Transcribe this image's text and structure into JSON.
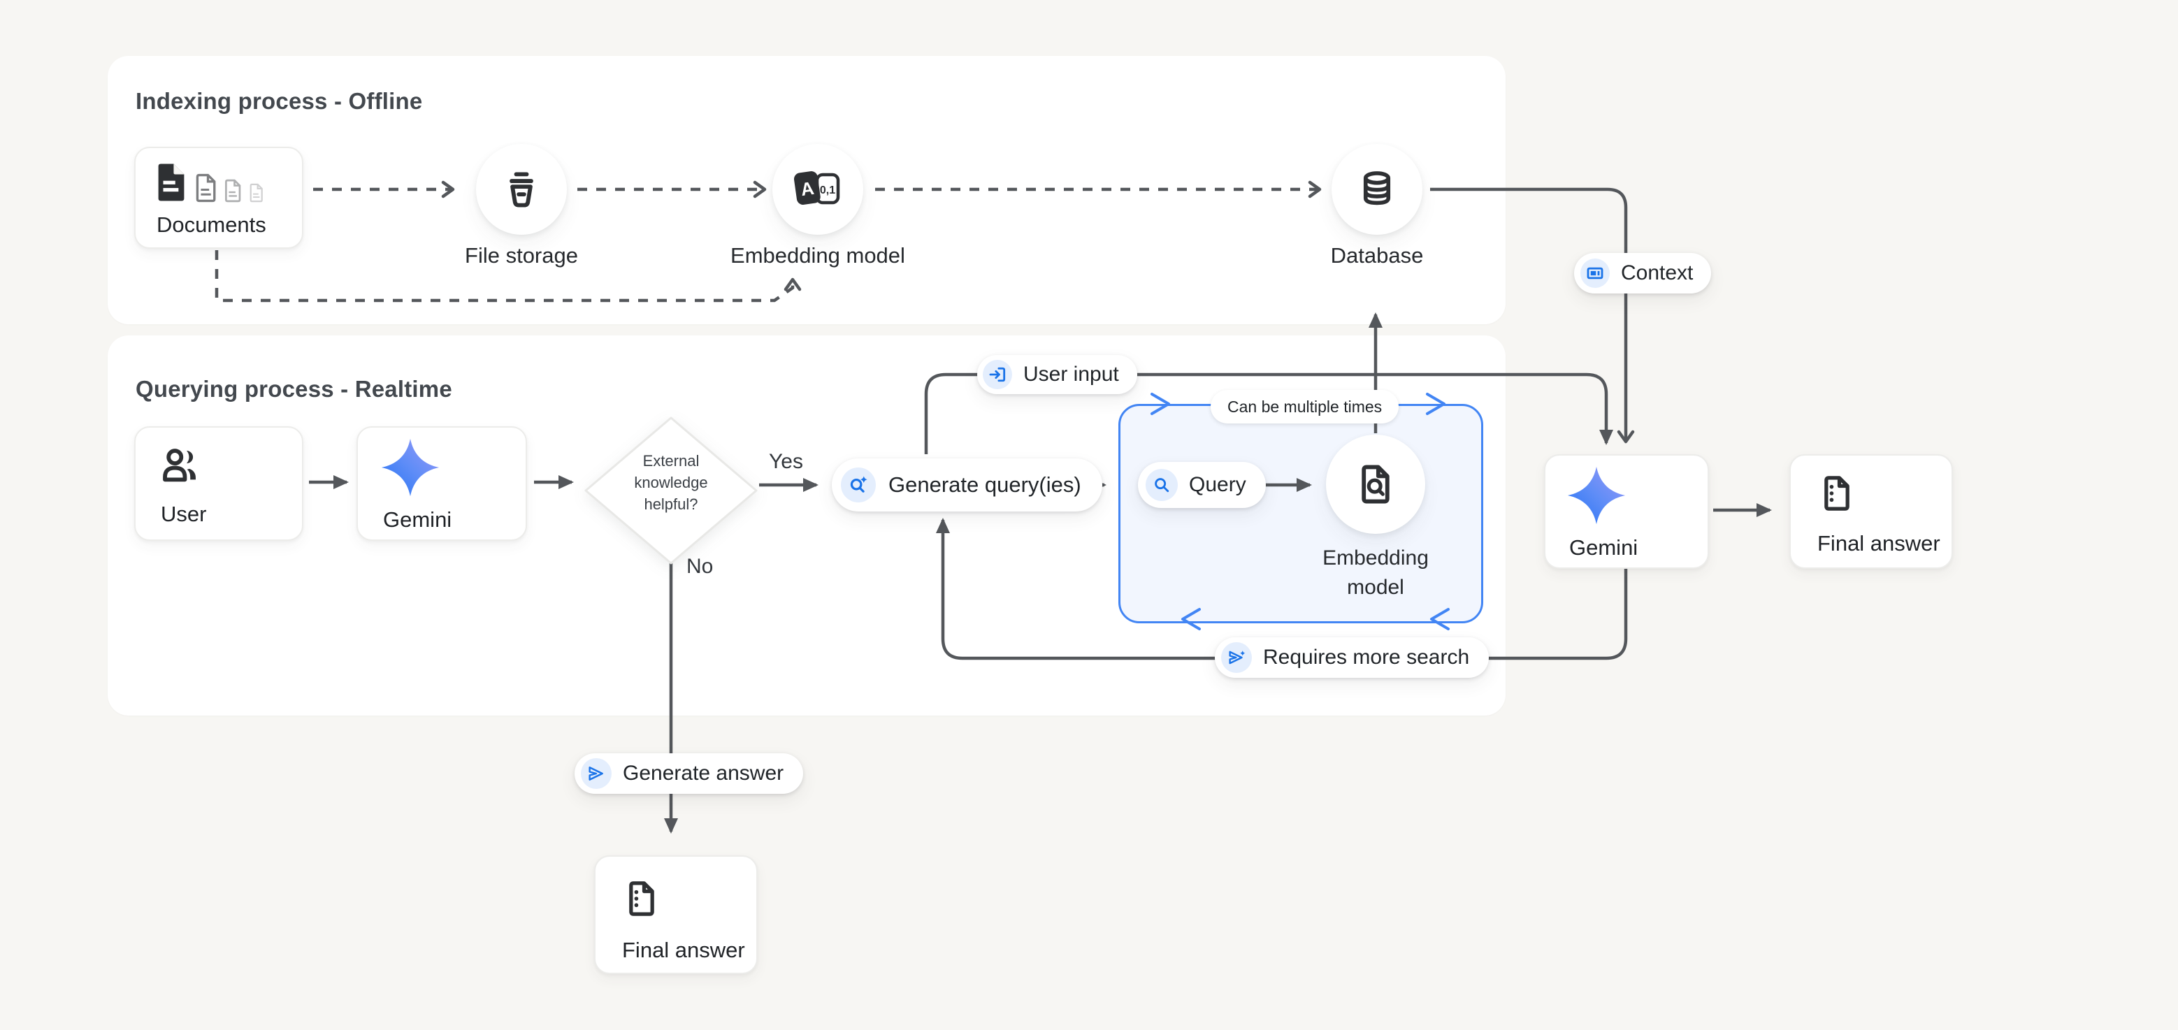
{
  "canvas": {
    "background": "#f7f6f3",
    "panel_color": "#ffffff",
    "wire_color": "#54575b",
    "accent_blue": "#1a73e8",
    "accent_blue_bg": "#e4eefd",
    "loop_box_blue": "#4285f4",
    "icon_color": "#2e3033"
  },
  "panels": {
    "indexing": {
      "title": "Indexing process - Offline"
    },
    "querying": {
      "title": "Querying process - Realtime"
    }
  },
  "nodes": {
    "documents": {
      "label": "Documents"
    },
    "file_storage": {
      "label": "File storage"
    },
    "embedding_model_top": {
      "label": "Embedding model"
    },
    "database": {
      "label": "Database"
    },
    "user": {
      "label": "User"
    },
    "gemini_left": {
      "label": "Gemini"
    },
    "decision": {
      "lines": [
        "External",
        "knowledge",
        "helpful?"
      ]
    },
    "generate_queries": {
      "label": "Generate query(ies)"
    },
    "query": {
      "label": "Query"
    },
    "embedding_model_loop": {
      "lines": [
        "Embedding",
        "model"
      ]
    },
    "gemini_right": {
      "label": "Gemini"
    },
    "final_answer_right": {
      "label": "Final answer"
    },
    "final_answer_bottom": {
      "label": "Final answer"
    }
  },
  "badges": {
    "user_input": {
      "label": "User input"
    },
    "context": {
      "label": "Context"
    },
    "can_be_multiple_times": {
      "label": "Can be multiple times"
    },
    "requires_more_search": {
      "label": "Requires more search"
    },
    "generate_answer": {
      "label": "Generate answer"
    }
  },
  "edge_labels": {
    "yes": "Yes",
    "no": "No"
  }
}
